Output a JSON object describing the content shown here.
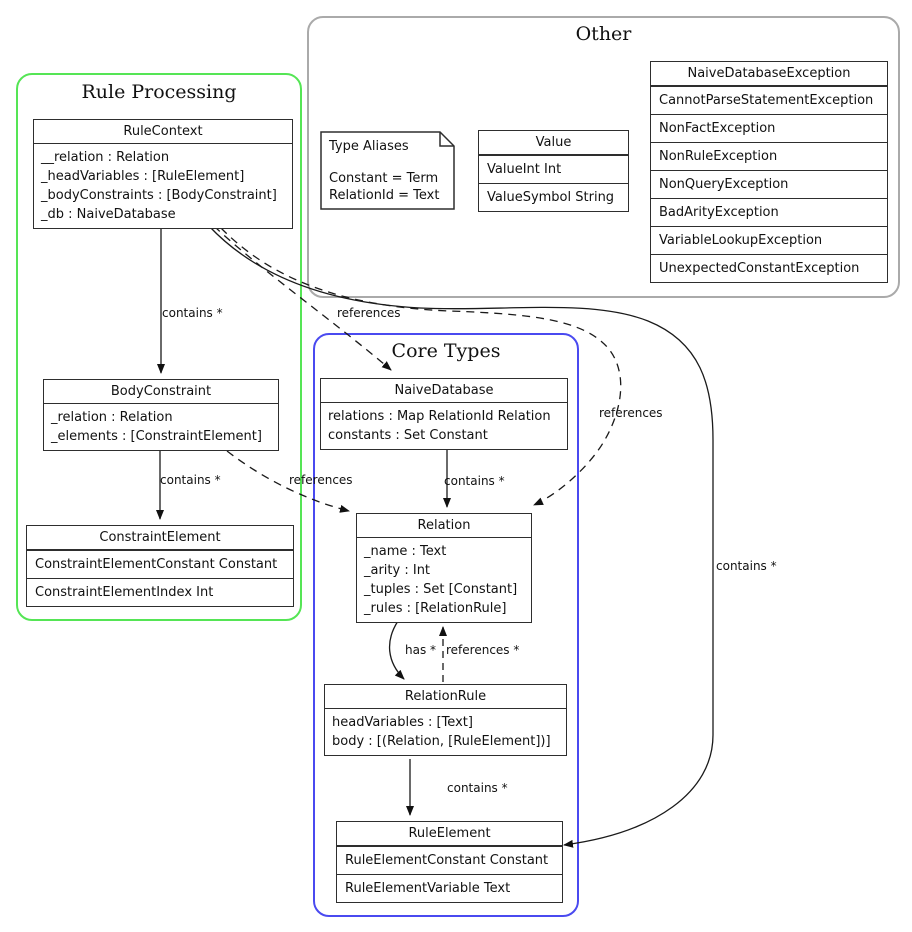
{
  "diagram": {
    "groups": {
      "rule_processing": {
        "title": "Rule Processing",
        "border_color": "#55e555",
        "classes": {
          "rule_context": {
            "name": "RuleContext",
            "fields": [
              "__relation : Relation",
              "_headVariables : [RuleElement]",
              "_bodyConstraints : [BodyConstraint]",
              "_db : NaiveDatabase"
            ]
          },
          "body_constraint": {
            "name": "BodyConstraint",
            "fields": [
              "_relation : Relation",
              "_elements : [ConstraintElement]"
            ]
          },
          "constraint_element": {
            "name": "ConstraintElement",
            "variants": [
              "ConstraintElementConstant Constant",
              "ConstraintElementIndex Int"
            ]
          }
        }
      },
      "other": {
        "title": "Other",
        "border_color": "#aaaaaa",
        "note": {
          "title": "Type Aliases",
          "lines": [
            "Constant = Term",
            "RelationId = Text"
          ]
        },
        "classes": {
          "value": {
            "name": "Value",
            "variants": [
              "ValueInt Int",
              "ValueSymbol String"
            ]
          },
          "exceptions": {
            "name": "NaiveDatabaseException",
            "variants": [
              "CannotParseStatementException",
              "NonFactException",
              "NonRuleException",
              "NonQueryException",
              "BadArityException",
              "VariableLookupException",
              "UnexpectedConstantException"
            ]
          }
        }
      },
      "core_types": {
        "title": "Core Types",
        "border_color": "#4a4af0",
        "classes": {
          "naive_database": {
            "name": "NaiveDatabase",
            "fields": [
              "relations : Map RelationId Relation",
              "constants : Set Constant"
            ]
          },
          "relation": {
            "name": "Relation",
            "fields": [
              "_name : Text",
              "_arity : Int",
              "_tuples : Set [Constant]",
              "_rules : [RelationRule]"
            ]
          },
          "relation_rule": {
            "name": "RelationRule",
            "fields": [
              "headVariables : [Text]",
              "body : [(Relation, [RuleElement])]"
            ]
          },
          "rule_element": {
            "name": "RuleElement",
            "variants": [
              "RuleElementConstant Constant",
              "RuleElementVariable Text"
            ]
          }
        }
      }
    },
    "edges": [
      {
        "from": "RuleContext",
        "to": "BodyConstraint",
        "label": "contains *",
        "style": "solid"
      },
      {
        "from": "RuleContext",
        "to": "NaiveDatabase",
        "label": "references",
        "style": "dashed"
      },
      {
        "from": "BodyConstraint",
        "to": "ConstraintElement",
        "label": "contains *",
        "style": "solid"
      },
      {
        "from": "BodyConstraint",
        "to": "Relation",
        "label": "references",
        "style": "dashed"
      },
      {
        "from": "NaiveDatabase",
        "to": "Relation",
        "label": "contains *",
        "style": "solid"
      },
      {
        "from": "RuleContext",
        "to": "Relation",
        "label": "references",
        "style": "dashed"
      },
      {
        "from": "RuleContext",
        "to": "RuleElement",
        "label": "contains *",
        "style": "solid"
      },
      {
        "from": "Relation",
        "to": "RelationRule",
        "label": "has *",
        "style": "solid"
      },
      {
        "from": "RelationRule",
        "to": "Relation",
        "label": "references *",
        "style": "dashed"
      },
      {
        "from": "RelationRule",
        "to": "RuleElement",
        "label": "contains *",
        "style": "solid"
      }
    ]
  }
}
